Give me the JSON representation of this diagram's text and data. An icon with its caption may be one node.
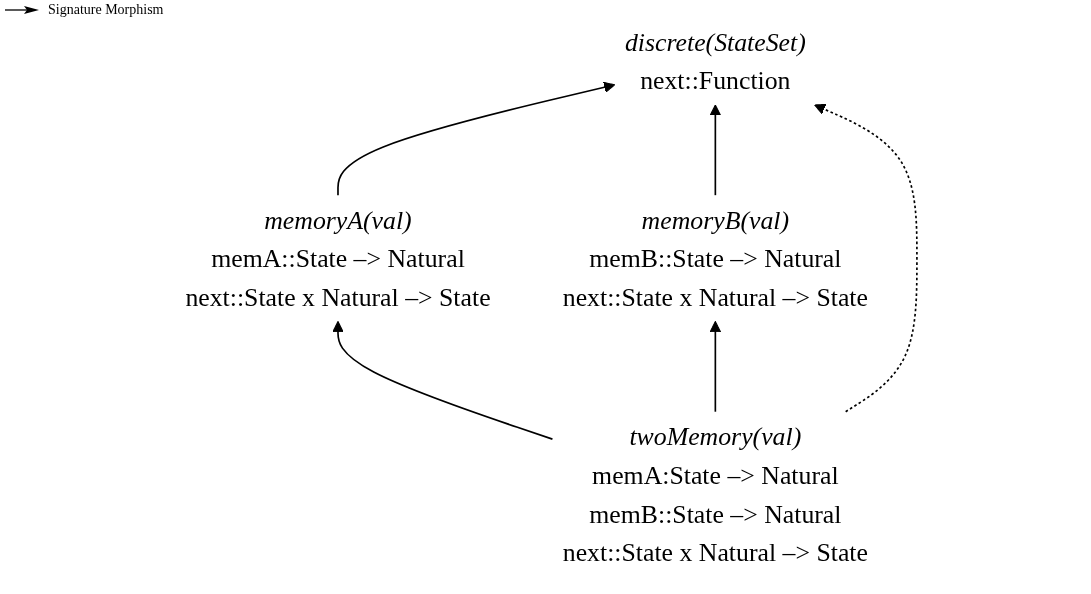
{
  "diagram": {
    "nodes": [
      {
        "text": [
          "discrete(StateSet)",
          "next::Function"
        ]
      },
      {
        "text": [
          "memoryA(val)",
          "memA::State –> Natural",
          "next::State x Natural –> State"
        ]
      },
      {
        "text": [
          "memoryB(val)",
          "memB::State –> Natural",
          "next::State x Natural –> State"
        ]
      },
      {
        "text": [
          "twoMemory(val)",
          "memA:State –> Natural",
          "memB::State –> Natural",
          "next::State x Natural –> State"
        ]
      }
    ],
    "edges": [
      {
        "from": 1,
        "to": 0,
        "arrow": "to"
      },
      {
        "from": 2,
        "to": 0,
        "arrow": "to"
      },
      {
        "from": 3,
        "to": 1,
        "arrow": "to"
      },
      {
        "from": 3,
        "to": 0,
        "arrow": "to",
        "style": "dashed"
      },
      {
        "from": 3,
        "to": 2,
        "arrow": "to"
      }
    ],
    "legend": [
      {
        "text": "Signature Morphism"
      }
    ]
  }
}
